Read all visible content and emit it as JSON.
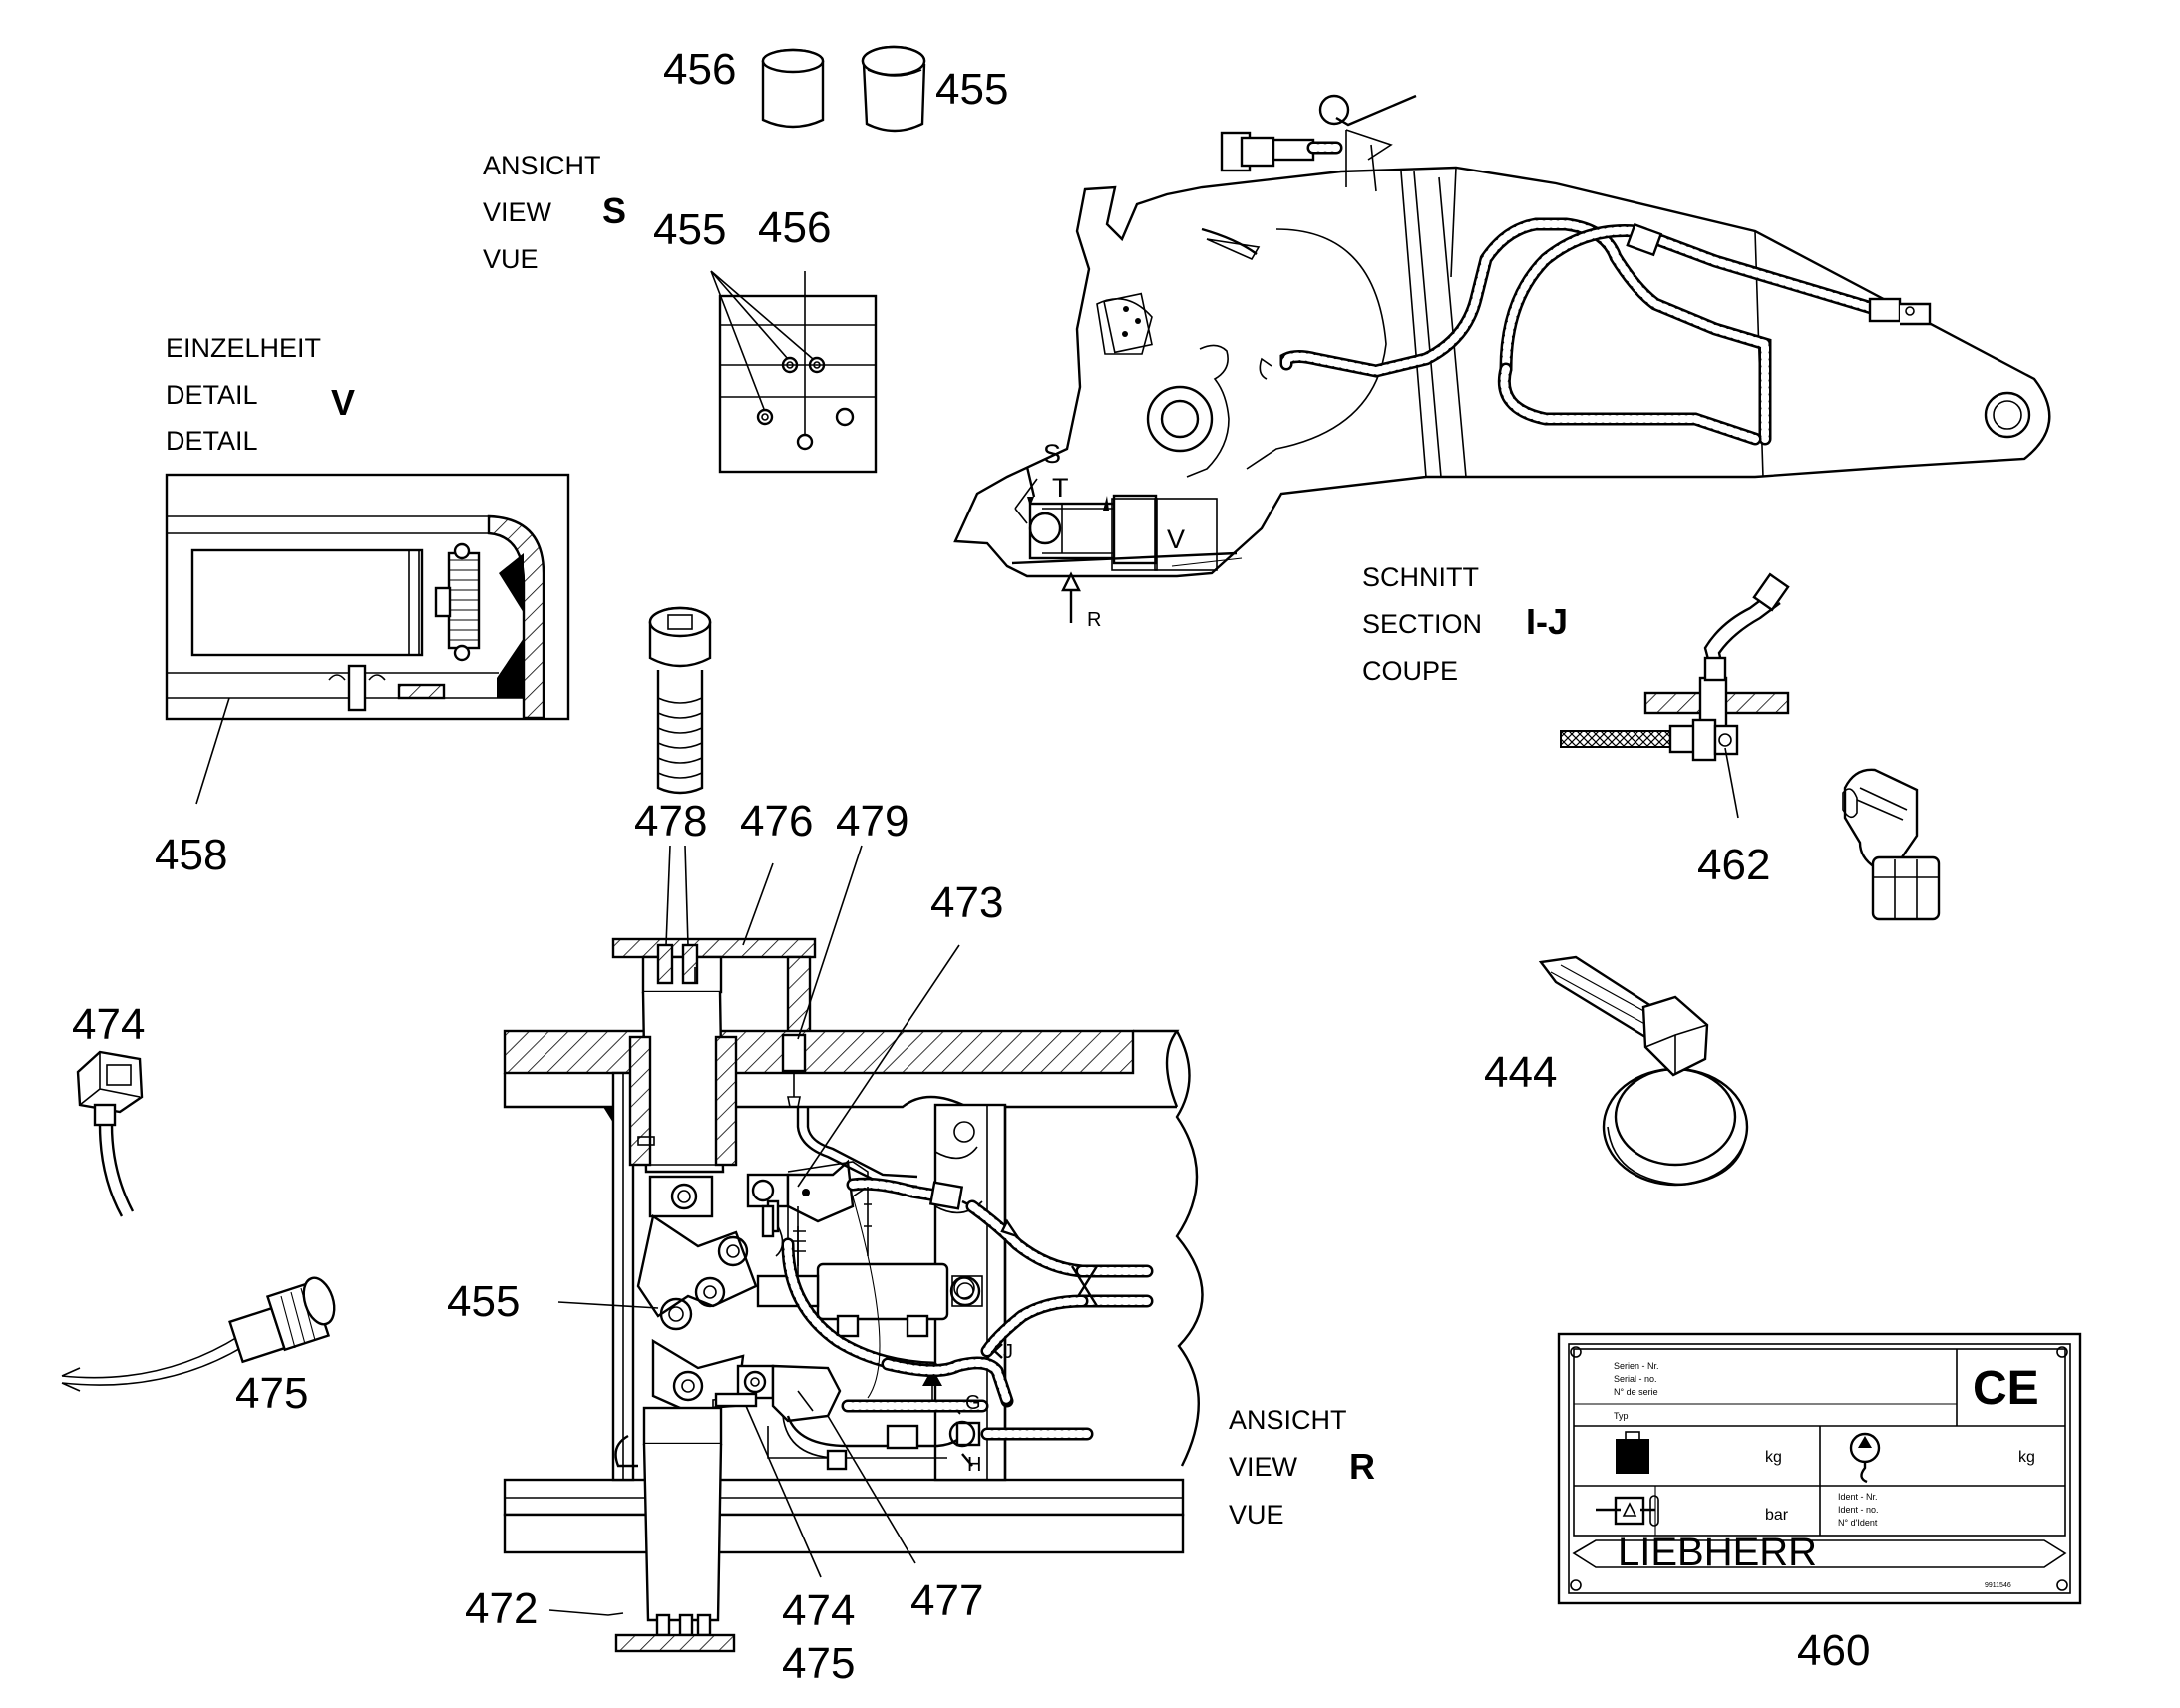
{
  "views": {
    "view_s": {
      "line1": "ANSICHT",
      "line2": "VIEW",
      "line3": "VUE",
      "letter": "S"
    },
    "detail_v": {
      "line1": "EINZELHEIT",
      "line2": "DETAIL",
      "line3": "DETAIL",
      "letter": "V"
    },
    "section_ij": {
      "line1": "SCHNITT",
      "line2": "SECTION",
      "line3": "COUPE",
      "letter": "I-J"
    },
    "view_r": {
      "line1": "ANSICHT",
      "line2": "VIEW",
      "line3": "VUE",
      "letter": "R"
    }
  },
  "callouts": {
    "top_plug_left": "456",
    "top_plug_right": "455",
    "view_s_a": "455",
    "view_s_b": "456",
    "detail_v": "458",
    "bolt": "478",
    "plate": "476",
    "fitting": "479",
    "valve": "473",
    "connector": "474",
    "sensor": "475",
    "view_r_left": "455",
    "bottom_plate": "472",
    "bottom_a": "474",
    "bottom_b": "475",
    "bottom_c": "477",
    "elbow": "462",
    "cable_tie": "444",
    "nameplate": "460"
  },
  "boom_letters": {
    "s": "S",
    "t": "T",
    "v": "V",
    "r": "R"
  },
  "hose_letters": {
    "j": "J",
    "g": "G",
    "h": "H"
  },
  "nameplate": {
    "serial_1": "Serien - Nr.",
    "serial_2": "Serial - no.",
    "serial_3": "N° de serie",
    "type": "Typ",
    "ce": "CE",
    "kg_1": "kg",
    "kg_2": "kg",
    "bar": "bar",
    "ident_1": "Ident - Nr.",
    "ident_2": "Ident - no.",
    "ident_3": "N° d'Ident",
    "brand": "LIEBHERR",
    "code": "9911546"
  }
}
